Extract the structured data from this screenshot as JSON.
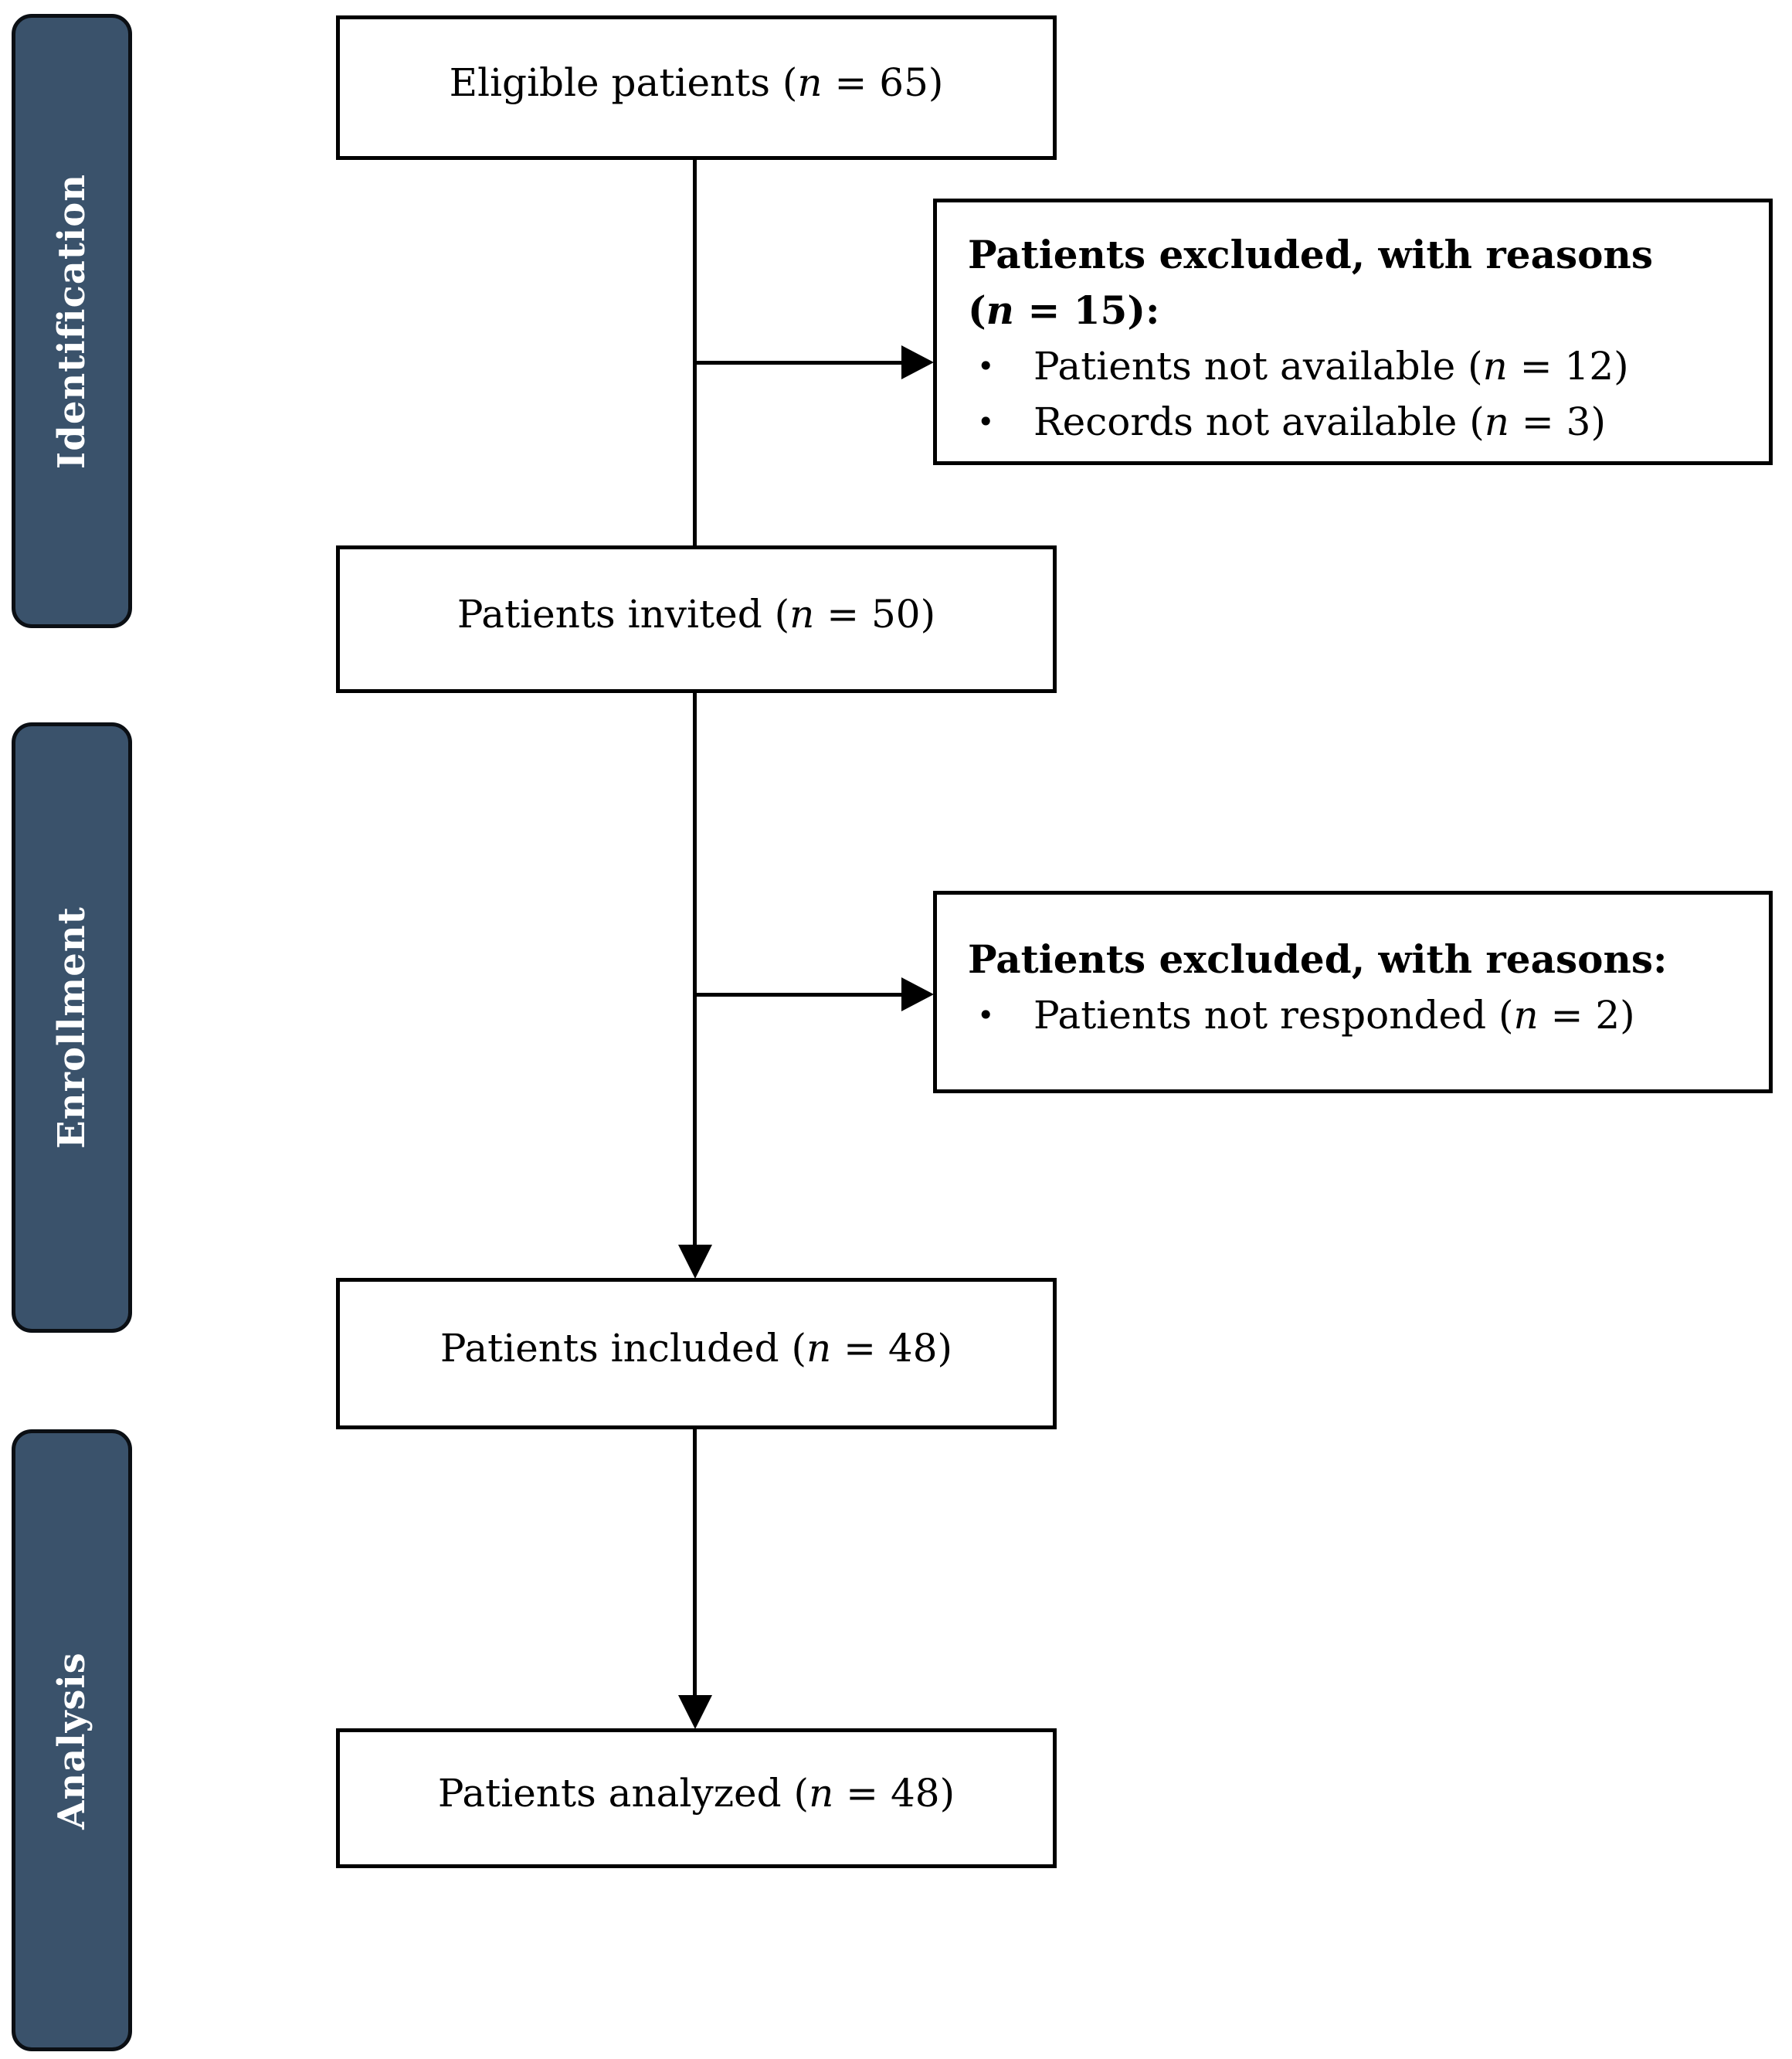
{
  "sidebar": {
    "bar_fill": "#3a526b",
    "bar_border": "#0b0f14",
    "bar_text_color": "#ffffff",
    "stages": [
      {
        "label": "Identification"
      },
      {
        "label": "Enrollment"
      },
      {
        "label": "Analysis"
      }
    ]
  },
  "flow": {
    "line_color": "#000000",
    "box_border": "#000000",
    "box_fill": "#ffffff",
    "boxes": [
      {
        "pre": "Eligible patients (",
        "n": "n",
        "post": " = 65)"
      },
      {
        "pre": "Patients invited (",
        "n": "n",
        "post": " = 50)"
      },
      {
        "pre": "Patients included (",
        "n": "n",
        "post": " = 48)"
      },
      {
        "pre": "Patients analyzed (",
        "n": "n",
        "post": " = 48)"
      }
    ],
    "exclusions": [
      {
        "heading_line1": "Patients excluded, with reasons",
        "heading_line2": {
          "pre": "(",
          "n": "n",
          "post": " = 15):"
        },
        "bullets": [
          {
            "marker": "•",
            "pre": "Patients not available (",
            "n": "n",
            "post": " = 12)"
          },
          {
            "marker": "•",
            "pre": "Records not available (",
            "n": "n",
            "post": " = 3)"
          }
        ]
      },
      {
        "heading_line1": "Patients excluded, with reasons:",
        "bullets": [
          {
            "marker": "•",
            "pre": "Patients not responded (",
            "n": "n",
            "post": " = 2)"
          }
        ]
      }
    ]
  }
}
